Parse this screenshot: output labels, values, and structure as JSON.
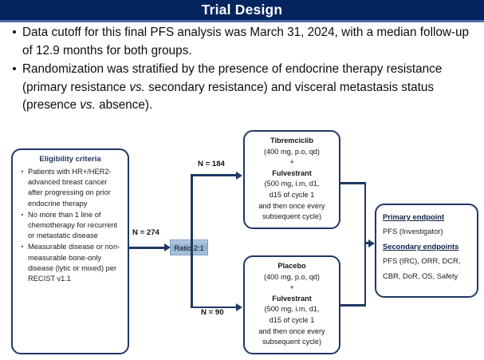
{
  "slide": {
    "title": "Trial Design"
  },
  "bullets": [
    "Data cutoff for this final PFS analysis was March 31, 2024, with a median follow-up of 12.9 months for both groups.",
    "Randomization was stratified by the presence of endocrine therapy resistance (primary resistance vs. secondary resistance) and visceral metastasis status (presence vs. absence)."
  ],
  "bullet_parts": {
    "b1_line1": "Data cutoff for this final PFS analysis was March 31, 2024, with a",
    "b1_line2": "median follow-up of 12.9 months for both groups.",
    "b2_seg1": "Randomization was stratified by the presence of endocrine therapy resistance (primary resistance ",
    "b2_it1": "vs.",
    "b2_seg2": " secondary resistance) and visceral metastasis status (presence ",
    "b2_it2": "vs.",
    "b2_seg3": " absence)."
  },
  "eligibility": {
    "title": "Eligibility criteria",
    "items": [
      "Patients with HR+/HER2- advanced breast cancer after progressing on prior endocrine therapy",
      "No more than 1 line of chemotherapy for recurrent or metastatic disease",
      "Measurable disease or non-measurable bone-only disease (lytic or mixed) per RECIST v1.1"
    ]
  },
  "randomization": {
    "enrolled_label": "N = 274",
    "ratio_label": "Ratio 2:1",
    "arm_top_label": "N = 184",
    "arm_bottom_label": "N = 90"
  },
  "arms": [
    {
      "name": "arm-tibremciclib",
      "drug1": "Tibremciclib",
      "drug1_dose": "(400 mg, p.o, qd)",
      "plus": "+",
      "drug2": "Fulvestrant",
      "drug2_dose_l1": "(500 mg, i.m, d1,",
      "drug2_dose_l2": "d15 of cycle 1",
      "drug2_dose_l3": "and then once every",
      "drug2_dose_l4": "subsequent cycle)"
    },
    {
      "name": "arm-placebo",
      "drug1": "Placebo",
      "drug1_dose": "(400 mg, p.o, qd)",
      "plus": "+",
      "drug2": "Fulvestrant",
      "drug2_dose_l1": "(500 mg, i.m, d1,",
      "drug2_dose_l2": "d15 of cycle 1",
      "drug2_dose_l3": "and then once every",
      "drug2_dose_l4": "subsequent cycle)"
    }
  ],
  "endpoints": {
    "primary_heading": "Primary endpoint",
    "primary_text": "PFS (Investigator)",
    "secondary_heading": "Secondary endpoints",
    "secondary_line1": "PFS (IRC), ORR, DCR,",
    "secondary_line2": "CBR, DoR, OS, Safety"
  },
  "colors": {
    "title_bar": "#03245f",
    "title_rule": "#4a6ea5",
    "box_border": "#1f3864",
    "heading_text": "#1f3864",
    "ratio_fill": "#8fb0cf"
  }
}
